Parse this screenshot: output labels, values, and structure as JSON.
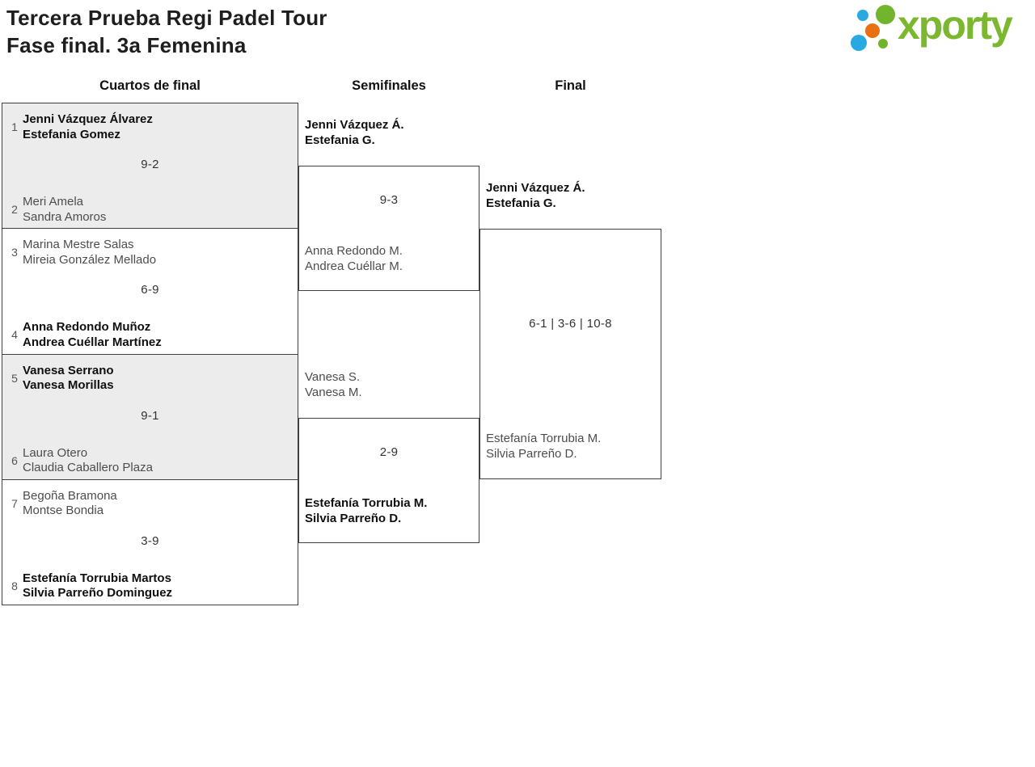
{
  "header": {
    "title_line1": "Tercera Prueba Regi Padel Tour",
    "title_line2": "Fase final. 3a Femenina"
  },
  "logo": {
    "text": "xporty"
  },
  "columns": {
    "quarterfinals": "Cuartos de final",
    "semifinals": "Semifinales",
    "final": "Final"
  },
  "quarterfinals": [
    {
      "seed_top": "1",
      "team_top": [
        "Jenni Vázquez Álvarez",
        "Estefania Gomez"
      ],
      "score": "9-2",
      "seed_bottom": "2",
      "team_bottom": [
        "Meri Amela",
        "Sandra Amoros"
      ],
      "winner": "top"
    },
    {
      "seed_top": "3",
      "team_top": [
        "Marina Mestre Salas",
        "Mireia González Mellado"
      ],
      "score": "6-9",
      "seed_bottom": "4",
      "team_bottom": [
        "Anna Redondo Muñoz",
        "Andrea Cuéllar Martínez"
      ],
      "winner": "bottom"
    },
    {
      "seed_top": "5",
      "team_top": [
        "Vanesa Serrano",
        "Vanesa Morillas"
      ],
      "score": "9-1",
      "seed_bottom": "6",
      "team_bottom": [
        "Laura Otero",
        "Claudia Caballero Plaza"
      ],
      "winner": "top"
    },
    {
      "seed_top": "7",
      "team_top": [
        "Begoña Bramona",
        "Montse Bondia"
      ],
      "score": "3-9",
      "seed_bottom": "8",
      "team_bottom": [
        "Estefanía Torrubia Martos",
        "Silvia Parreño Dominguez"
      ],
      "winner": "bottom"
    }
  ],
  "semifinals": [
    {
      "team_top": [
        "Jenni Vázquez Á.",
        "Estefania G."
      ],
      "score": "9-3",
      "team_bottom": [
        "Anna Redondo M.",
        "Andrea Cuéllar M."
      ],
      "winner": "top"
    },
    {
      "team_top": [
        "Vanesa S.",
        "Vanesa M."
      ],
      "score": "2-9",
      "team_bottom": [
        "Estefanía Torrubia M.",
        "Silvia Parreño D."
      ],
      "winner": "bottom"
    }
  ],
  "final": {
    "team_top": [
      "Jenni Vázquez Á.",
      "Estefania G."
    ],
    "score": "6-1 | 3-6 | 10-8",
    "team_bottom": [
      "Estefanía Torrubia M.",
      "Silvia Parreño D."
    ],
    "winner": "top"
  },
  "colors": {
    "brand_green": "#7cb82f",
    "brand_blue": "#29a9e1",
    "brand_orange": "#e67012",
    "border": "#3f3f3f",
    "shaded_row": "#ececec",
    "winner_text": "#101010",
    "loser_text": "#4d4d4d"
  }
}
